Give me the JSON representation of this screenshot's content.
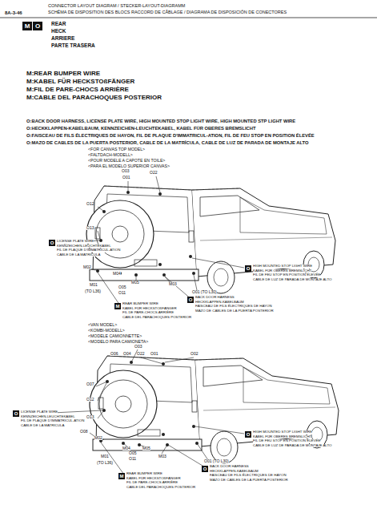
{
  "diagram": {
    "nodes": [
      {
        "text": [
          "M"
        ]
      },
      {
        "text": [
          "O"
        ]
      },
      {
        "text": [
          "O"
        ]
      },
      {
        "text": [
          "O"
        ]
      },
      {
        "text": [
          "O"
        ]
      },
      {
        "text": [
          "M"
        ]
      },
      {
        "text": [
          "O"
        ]
      },
      {
        "text": [
          "O"
        ]
      },
      {
        "text": [
          "O"
        ]
      },
      {
        "text": [
          "M"
        ]
      }
    ],
    "labels": [
      "CONNECTOR LAYOUT DIAGRAM / STECKER-LAYOUT-DIAGRAMM",
      "8A-3-46",
      "SCHÉMA DE DISPOSITION DES BLOCS RACCORD DE CÂBLAGE / DIAGRAMA DE DISPOSICIÓN DE CONECTORES",
      "REAR",
      "HECK",
      "ARRIERE",
      "PARTE TRASERA",
      "M:REAR BUMPER WIRE",
      "M:KABEL FÜR HECKSTOßFÄNGER",
      "M:FIL DE PARE-CHOCS ARRIÈRE",
      "M:CABLE DEL PARACHOQUES POSTERIOR",
      "O:BACK DOOR HARNESS, LICENSE PLATE WIRE, HIGH MOUNTED STOP LIGHT WIRE, HIGH MOUNTED STP LIGHT WIRE",
      "O:HECKKLAPPEN-KABELBAUM, KENNZEICHEN-LEUCHTEKABEL, KABEL FÜR OBERES BREMSLICHT",
      "O:FAISCEAU DE FILS ÉLECTRIQUES DE HAYON, FIL DE PLAQUE D'IMMATRICUL-ATION, FIL DE FEU STOP EN POSITION ÉLEVÉE",
      "O:MAZO DE CABLES DE LA PUERTA POSTERIOR, CABLE DE LA MATRÍCULA, CABLE DE LUZ DE PARADA DE MONTAJE ALTO",
      "<FOR CANVAS TOP MODEL>",
      "<FALTDACH-MODELL>",
      "<POUR MODELE A CAPOTE EN TOILE>",
      "<PARA EL MODELO SUPERIOR CANVAS>",
      "O03",
      "O01",
      "O22",
      "O12",
      "O13",
      "M02",
      "M04",
      "M05",
      "M03",
      "M01",
      "(TO L36)",
      "O05",
      "O11",
      "O01 (TO L30)",
      "LICENSE PLATE WIRE",
      "KENNZEICHEN-LEUCHTEKABEL",
      "FIL DE PLAQUE D'IMMATRICUL-ATION",
      "CABLE DE LA MATRÍCULA",
      "HIGH MOUNTED STOP LIGHT WIRE",
      "KABEL FÜR OBERES BREMSLICHT",
      "FIL DE FEU STOP EN POSITION ÉLEVÉE",
      "CABLE DE LUZ DE PARADA DE MONTAJE ALTO",
      "BACK DOOR HARNESS",
      "HECKKLAPPEN-KABELBAUM",
      "FAISCEAU DE FILS ÉLECTRIQUES DE HAYON",
      "MAZO DE CABLES DE LA PUERTA POSTERIOR",
      "REAR BUMPER WIRE",
      "KABEL FÜR HECKSTOßFÄNGER",
      "FIL DE PARE-CHOCS ARRIÈRE",
      "CABLE DEL PARACHOQUES POSTERIOR",
      "<VAN MODEL>",
      "<KOMBI-MODELL>",
      "<MODELE CAMIONNETTE>",
      "<MODELO PARA CAMIONETA>",
      "O03",
      "O06",
      "O04",
      "O22",
      "O01",
      "O02",
      "O07",
      "O12",
      "O13",
      "LICENSE PLATE WIRE",
      "KENNZEICHEN-LEUCHTEKABEL",
      "FIL DE PLAQUE D'IMMATRICUL-ATION",
      "CABLE DE LA MATRÍCULA",
      "O08",
      "M02",
      "M04",
      "M05",
      "O05",
      "O11",
      "M03",
      "M01",
      "(TO L36)",
      "O01 (TO L30)",
      "HIGH MOUNTED STOP LIGHT WIRE",
      "KABEL FÜR OBERES BREMSLICHT",
      "FIL DE FEU STOP EN POSITION ÉLEVÉE",
      "CABLE DE LUZ DE PARADA DE MONTAJE ALTO",
      "BACK DOOR HARNESS",
      "HECKKLAPPEN-KABELBAUM",
      "FAISCEAU DE FILS ÉLECTRIQUES DE HAYON",
      "MAZO DE CABLES DE LA PUERTA POSTERIOR",
      "REAR BUMPER WIRE",
      "KABEL FÜR HECKSTOßFÄNGER",
      "FIL DE PARE-CHOCS ARRIÈRE",
      "CABLE DEL PARACHOQUES POSTERIOR"
    ]
  }
}
